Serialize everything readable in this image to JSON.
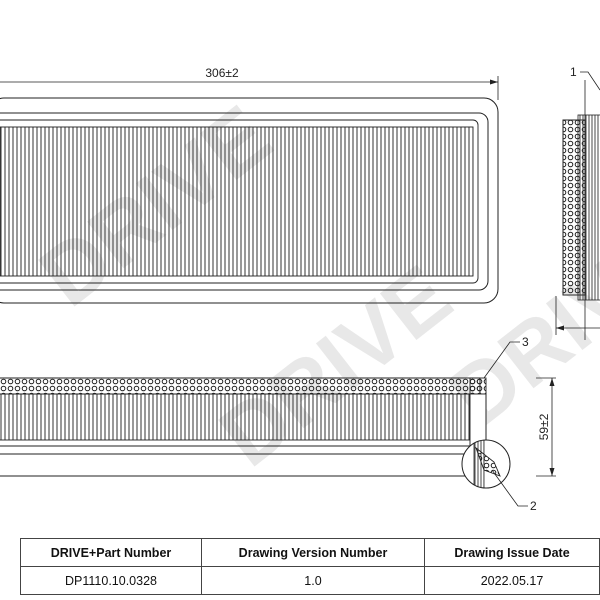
{
  "watermark": "DRIVE",
  "dimensions": {
    "length": "306±2",
    "height": "59±2"
  },
  "callouts": [
    "1",
    "2",
    "3"
  ],
  "info_table": {
    "headers": [
      "DRIVE+Part Number",
      "Drawing Version Number",
      "Drawing Issue Date"
    ],
    "values": [
      "DP1110.10.0328",
      "1.0",
      "2022.05.17"
    ]
  },
  "colors": {
    "line": "#222222",
    "watermark": "#d6d6d6"
  }
}
